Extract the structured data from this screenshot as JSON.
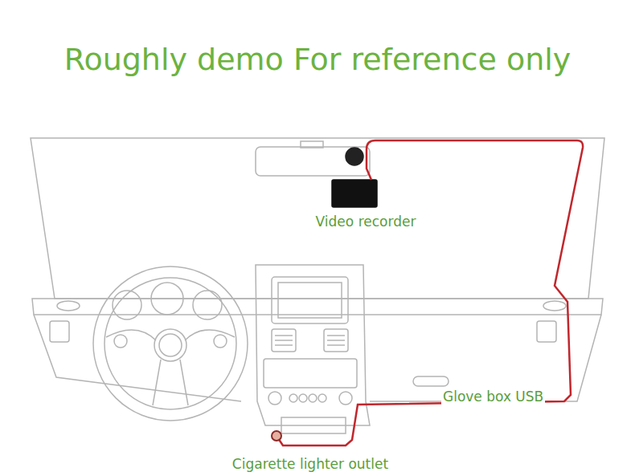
{
  "diagram": {
    "title": "Roughly demo For reference only",
    "labels": [
      "Video recorder",
      "Glove box USB",
      "Cigarette lighter outlet"
    ]
  }
}
